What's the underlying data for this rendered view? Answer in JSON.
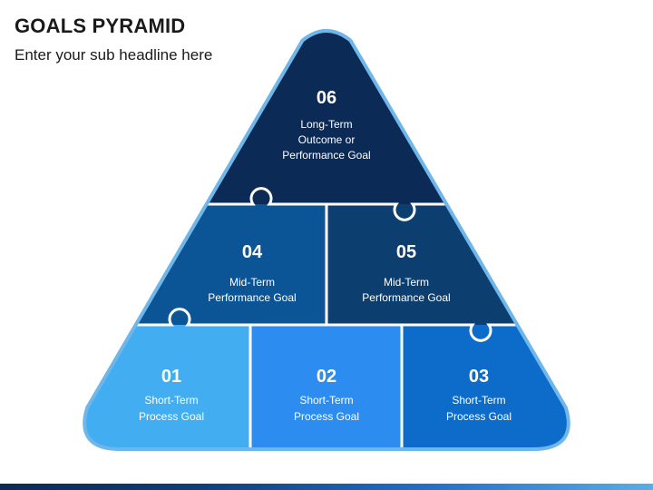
{
  "header": {
    "title": "GOALS PYRAMID",
    "subtitle": "Enter your sub headline here"
  },
  "pyramid": {
    "outline_color": "#6fb6ea",
    "divider_color": "#ffffff",
    "pieces": [
      {
        "number": "06",
        "line1": "Long-Term",
        "line2": "Outcome or",
        "line3": "Performance Goal",
        "color": "#0b2a55"
      },
      {
        "number": "04",
        "line1": "Mid-Term",
        "line2": "Performance Goal",
        "color": "#0b5596"
      },
      {
        "number": "05",
        "line1": "Mid-Term",
        "line2": "Performance Goal",
        "color": "#0c3f6f"
      },
      {
        "number": "01",
        "line1": "Short-Term",
        "line2": "Process Goal",
        "color": "#43adf2"
      },
      {
        "number": "02",
        "line1": "Short-Term",
        "line2": "Process Goal",
        "color": "#2d8cef"
      },
      {
        "number": "03",
        "line1": "Short-Term",
        "line2": "Process Goal",
        "color": "#0d6cc9"
      }
    ]
  }
}
